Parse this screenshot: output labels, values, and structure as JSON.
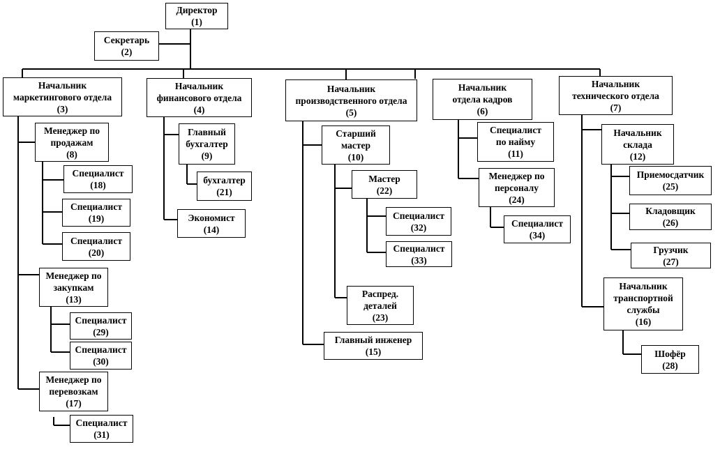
{
  "org_chart": {
    "nodes": {
      "n1": {
        "lines": [
          "Директор",
          "(1)"
        ]
      },
      "n2": {
        "lines": [
          "Секретарь",
          "(2)"
        ]
      },
      "n3": {
        "lines": [
          "Начальник",
          "маркетингового отдела",
          "(3)"
        ]
      },
      "n4": {
        "lines": [
          "Начальник",
          "финансового отдела",
          "(4)"
        ]
      },
      "n5": {
        "lines": [
          "Начальник",
          "производственного отдела",
          "(5)"
        ]
      },
      "n6": {
        "lines": [
          "Начальник",
          "отдела кадров",
          "(6)"
        ]
      },
      "n7": {
        "lines": [
          "Начальник",
          "технического отдела",
          "(7)"
        ]
      },
      "n8": {
        "lines": [
          "Менеджер по",
          "продажам",
          "(8)"
        ]
      },
      "n9": {
        "lines": [
          "Главный",
          "бухгалтер",
          "(9)"
        ]
      },
      "n10": {
        "lines": [
          "Старший",
          "мастер",
          "(10)"
        ]
      },
      "n11": {
        "lines": [
          "Специалист",
          "по найму",
          "(11)"
        ]
      },
      "n12": {
        "lines": [
          "Начальник",
          "склада",
          "(12)"
        ]
      },
      "n13": {
        "lines": [
          "Менеджер по",
          "закупкам",
          "(13)"
        ]
      },
      "n14": {
        "lines": [
          "Экономист",
          "(14)"
        ]
      },
      "n15": {
        "lines": [
          "Главный инженер",
          "(15)"
        ]
      },
      "n16": {
        "lines": [
          "Начальник",
          "транспортной",
          "службы",
          "(16)"
        ]
      },
      "n17": {
        "lines": [
          "Менеджер по",
          "перевозкам",
          "(17)"
        ]
      },
      "n18": {
        "lines": [
          "Специалист",
          "(18)"
        ]
      },
      "n19": {
        "lines": [
          "Специалист",
          "(19)"
        ]
      },
      "n20": {
        "lines": [
          "Специалист",
          "(20)"
        ]
      },
      "n21": {
        "lines": [
          "бухгалтер",
          "(21)"
        ]
      },
      "n22": {
        "lines": [
          "Мастер",
          "(22)"
        ]
      },
      "n23": {
        "lines": [
          "Распред.",
          "деталей",
          "(23)"
        ]
      },
      "n24": {
        "lines": [
          "Менеджер по",
          "персоналу",
          "(24)"
        ]
      },
      "n25": {
        "lines": [
          "Приемосдатчик",
          "(25)"
        ]
      },
      "n26": {
        "lines": [
          "Кладовщик",
          "(26)"
        ]
      },
      "n27": {
        "lines": [
          "Грузчик",
          "(27)"
        ]
      },
      "n28": {
        "lines": [
          "Шофёр",
          "(28)"
        ]
      },
      "n29": {
        "lines": [
          "Специалист",
          "(29)"
        ]
      },
      "n30": {
        "lines": [
          "Специалист",
          "(30)"
        ]
      },
      "n31": {
        "lines": [
          "Специалист",
          "(31)"
        ]
      },
      "n32": {
        "lines": [
          "Специалист",
          "(32)"
        ]
      },
      "n33": {
        "lines": [
          "Специалист",
          "(33)"
        ]
      },
      "n34": {
        "lines": [
          "Специалист",
          "(34)"
        ]
      }
    },
    "colors": {
      "line": "#000000",
      "box_border": "#000000",
      "box_fill": "#ffffff",
      "text": "#000000"
    }
  }
}
